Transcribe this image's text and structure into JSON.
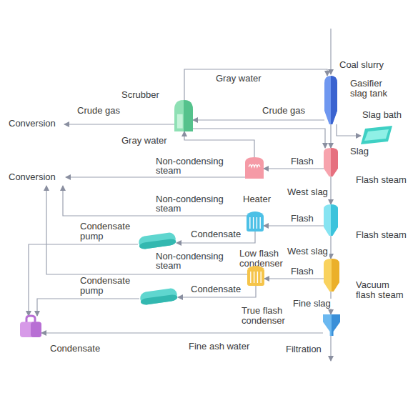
{
  "diagram": {
    "nodes": [
      {
        "text": [
          "Scrubber"
        ]
      },
      {
        "text": [
          "Gasifier slag tank"
        ]
      },
      {
        "text": [
          "Slag bath"
        ]
      },
      {
        "text": [
          "Flash steam"
        ]
      },
      {
        "text": [
          "Heater"
        ]
      },
      {
        "text": [
          "Flash steam"
        ]
      },
      {
        "text": [
          "Low flash condenser"
        ]
      },
      {
        "text": [
          "Condensate pump"
        ]
      },
      {
        "text": [
          "Vacuum flash steam"
        ]
      },
      {
        "text": [
          "True flash condenser"
        ]
      },
      {
        "text": [
          "Condensate pump"
        ]
      },
      {
        "text": [
          "Filtration"
        ]
      },
      {
        "text": [
          "Condensate"
        ]
      }
    ],
    "edges": [
      {
        "from": 1,
        "to": 0,
        "arrow": "to",
        "label": "Crude gas"
      },
      {
        "from": 0,
        "to": 1,
        "arrow": "to",
        "label": "Gray water"
      },
      {
        "from": 1,
        "to": 3,
        "arrow": "to"
      },
      {
        "from": 1,
        "to": 2,
        "arrow": "to",
        "label": "Slag"
      },
      {
        "from": 0,
        "to": 3,
        "arrow": "to",
        "label": "Gray water"
      },
      {
        "from": 3,
        "to": 4,
        "arrow": "to",
        "label": "Flash"
      },
      {
        "from": 4,
        "to": 0,
        "arrow": "to"
      },
      {
        "from": 3,
        "to": 5,
        "arrow": "to",
        "label": "West slag"
      },
      {
        "from": 5,
        "to": 6,
        "arrow": "to",
        "label": "Flash"
      },
      {
        "from": 6,
        "to": 7,
        "arrow": "to",
        "label": "Condensate"
      },
      {
        "from": 5,
        "to": 8,
        "arrow": "to",
        "label": "West slag"
      },
      {
        "from": 8,
        "to": 9,
        "arrow": "to",
        "label": "Flash"
      },
      {
        "from": 9,
        "to": 10,
        "arrow": "to",
        "label": "Condensate"
      },
      {
        "from": 8,
        "to": 11,
        "arrow": "to",
        "label": "Fine slag"
      },
      {
        "from": 11,
        "to": 12,
        "arrow": "to",
        "label": "Fine ash water"
      },
      {
        "from": 7,
        "to": 12,
        "arrow": "to"
      },
      {
        "from": 10,
        "to": 12,
        "arrow": "to"
      }
    ],
    "labels": [
      "Coal slurry",
      "Crude gas",
      "Conversion",
      "Conversion",
      "Non-condensing steam",
      "Non-condensing steam",
      "Non-condensing steam"
    ]
  }
}
